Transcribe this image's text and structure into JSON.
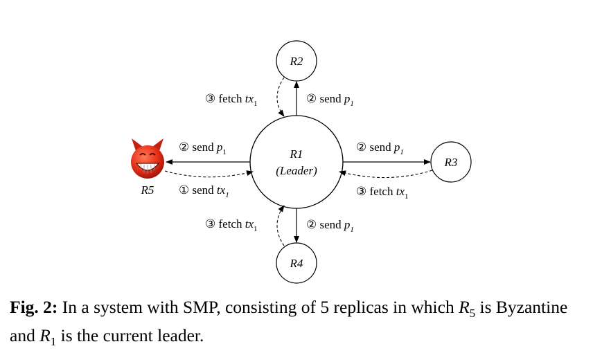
{
  "nodes": {
    "r1": {
      "label": "R1",
      "role": "(Leader)"
    },
    "r2": {
      "label": "R2"
    },
    "r3": {
      "label": "R3"
    },
    "r4": {
      "label": "R4"
    },
    "r5": {
      "label": "R5",
      "icon": "devil-face-icon"
    }
  },
  "edges": {
    "r1_r2": {
      "num": "②",
      "text": "send",
      "var": "p",
      "sub": "1"
    },
    "r2_r1": {
      "num": "③",
      "text": "fetch",
      "var": "tx",
      "sub": "1"
    },
    "r1_r3": {
      "num": "②",
      "text": "send",
      "var": "p",
      "sub": "1"
    },
    "r3_r1": {
      "num": "③",
      "text": "fetch",
      "var": "tx",
      "sub": "1"
    },
    "r1_r4": {
      "num": "②",
      "text": "send",
      "var": "p",
      "sub": "1"
    },
    "r4_r1": {
      "num": "③",
      "text": "fetch",
      "var": "tx",
      "sub": "1"
    },
    "r1_r5": {
      "num": "②",
      "text": "send",
      "var": "p",
      "sub": "1"
    },
    "r5_r1": {
      "num": "①",
      "text": "send",
      "var": "tx",
      "sub": "1"
    }
  },
  "caption": {
    "label": "Fig. 2:",
    "part1": " In a system with SMP, consisting of 5 replicas in which ",
    "r5_var": "R",
    "r5_sub": "5",
    "part2": " is Byzantine and ",
    "r1_var": "R",
    "r1_sub": "1",
    "part3": " is the current leader."
  }
}
